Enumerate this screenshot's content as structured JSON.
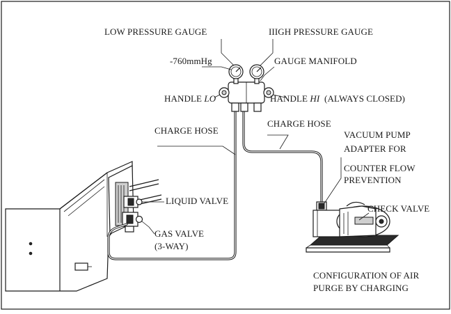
{
  "labels": {
    "low_pressure_gauge": "LOW PRESSURE GAUGE",
    "high_pressure_gauge": "IIIGH PRESSURE GAUGE",
    "vacuum_reading": "-760mmHg",
    "gauge_manifold": "GAUGE MANIFOLD",
    "handle_lo_prefix": "HANDLE ",
    "handle_lo_italic": "LO",
    "handle_hi_prefix": "HANDLE ",
    "handle_hi_italic": "HI",
    "handle_hi_suffix": "  (ALWAYS CLOSED)",
    "charge_hose_left": "CHARGE HOSE",
    "charge_hose_right": "CHARGE HOSE",
    "adapter_line1": "VACUUM PUMP",
    "adapter_line2": "ADAPTER FOR",
    "adapter_line3": "COUNTER FLOW",
    "adapter_line4": "PREVENTION",
    "liquid_valve": "LIQUID VALVE",
    "check_valve": "CHECK VALVE",
    "gas_valve_line1": "GAS VALVE",
    "gas_valve_line2": "(3-WAY)",
    "caption_line1": "CONFIGURATION OF AIR",
    "caption_line2": "PURGE BY CHARGING"
  }
}
